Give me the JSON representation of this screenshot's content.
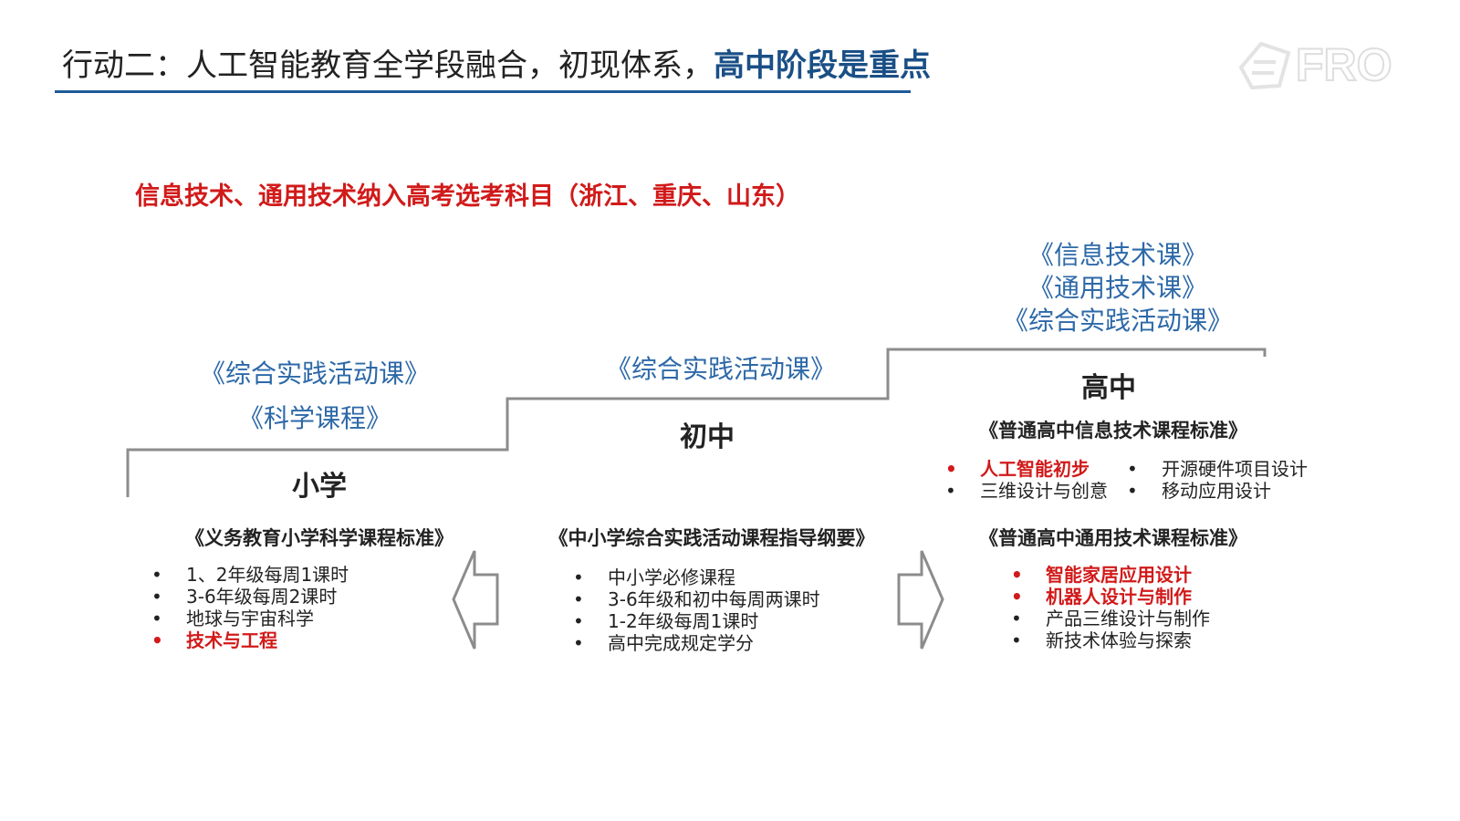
{
  "header": {
    "title_main": "行动二：人工智能教育全学段融合，初现体系，",
    "title_highlight": "高中阶段是重点",
    "logo_text": "FRO"
  },
  "subtitle": "信息技术、通用技术纳入高考选考科目（浙江、重庆、山东）",
  "stages": {
    "primary": {
      "name": "小学",
      "courses": [
        "《综合实践活动课》",
        "《科学课程》"
      ],
      "standard": "《义务教育小学科学课程标准》",
      "items": [
        "1、2年级每周1课时",
        "3-6年级每周2课时",
        "地球与宇宙科学",
        "技术与工程"
      ]
    },
    "middle": {
      "name": "初中",
      "courses": [
        "《综合实践活动课》"
      ],
      "standard": "《中小学综合实践活动课程指导纲要》",
      "items": [
        "中小学必修课程",
        "3-6年级和初中每周两课时",
        "1-2年级每周1课时",
        "高中完成规定学分"
      ]
    },
    "high": {
      "name": "高中",
      "courses": [
        "《信息技术课》",
        "《通用技术课》",
        "《综合实践活动课》"
      ],
      "standard1": "《普通高中信息技术课程标准》",
      "items1_left": [
        "人工智能初步",
        "三维设计与创意"
      ],
      "items1_right": [
        "开源硬件项目设计",
        "移动应用设计"
      ],
      "standard2": "《普通高中通用技术课程标准》",
      "items2": [
        "智能家居应用设计",
        "机器人设计与制作",
        "产品三维设计与制作",
        "新技术体验与探索"
      ]
    }
  },
  "colors": {
    "title_accent": "#1a4f86",
    "rule": "#1f5a97",
    "red": "#d11a1a",
    "course_blue": "#2d69a8",
    "stair_gray": "#8c8c8c"
  }
}
